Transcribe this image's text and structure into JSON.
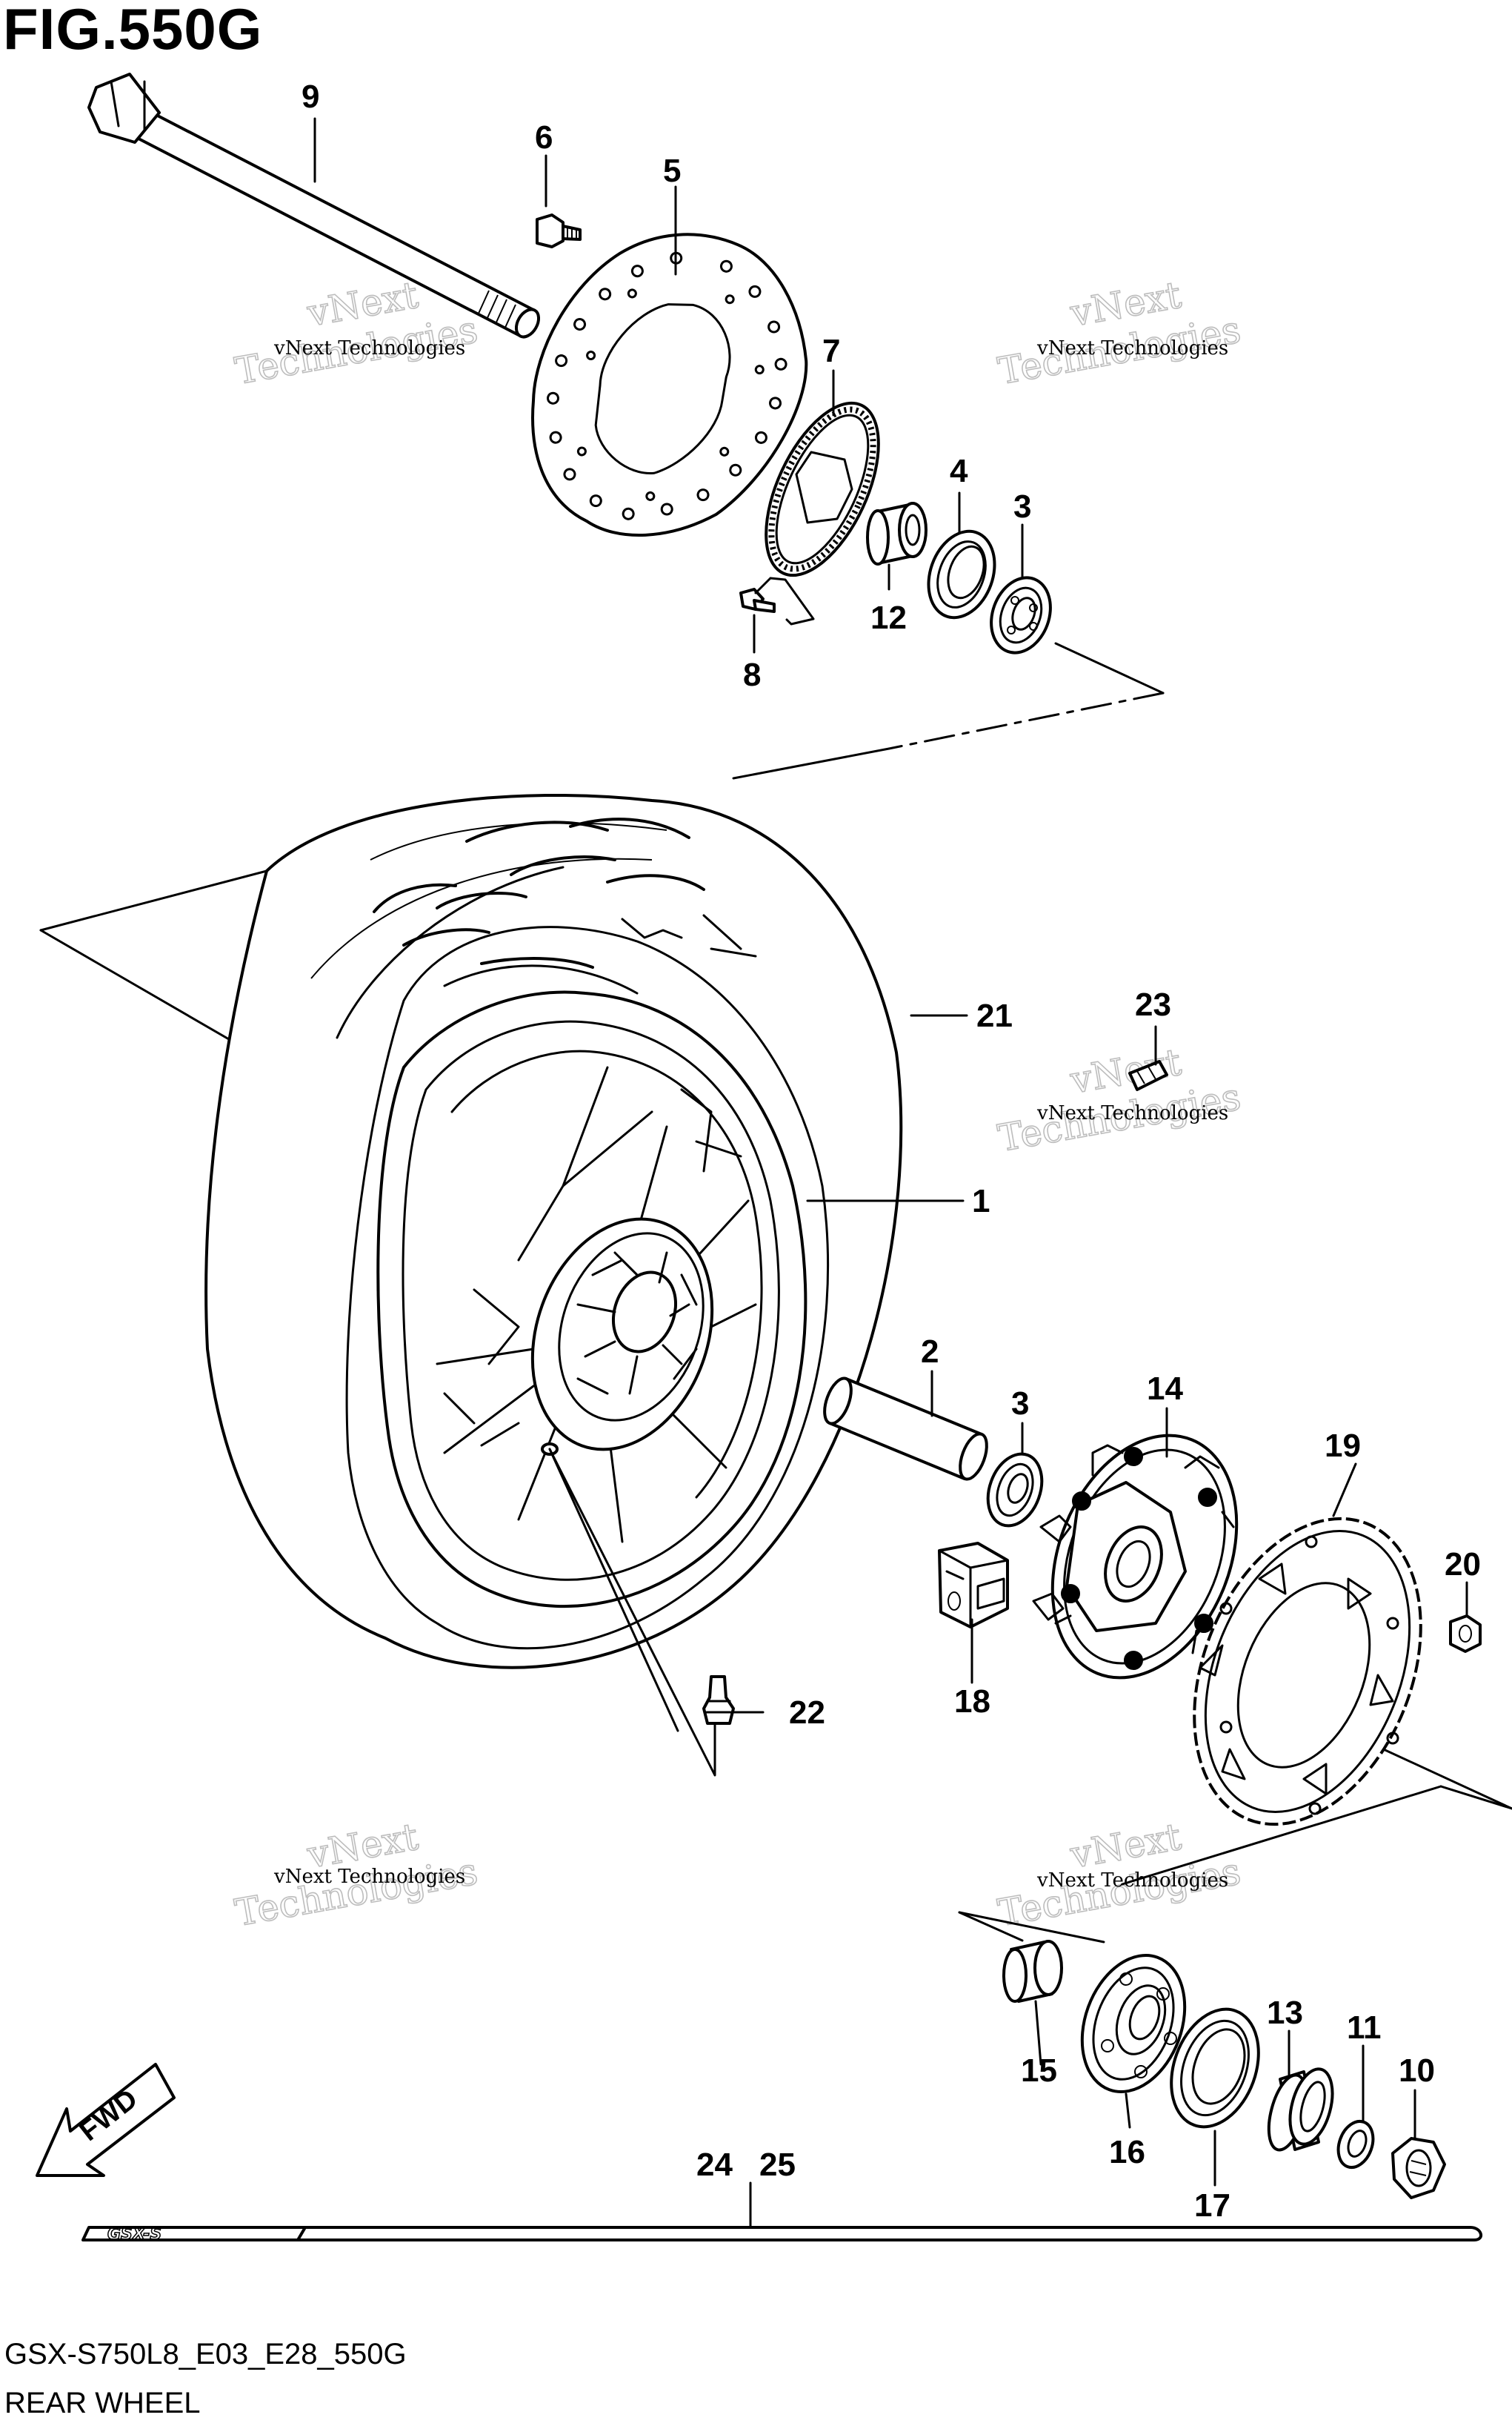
{
  "figure": {
    "title": "FIG.550G",
    "model_code": "GSX-S750L8_E03_E28_550G",
    "name": "REAR WHEEL"
  },
  "watermark": {
    "line1": "vNext Technologies",
    "line2": "vNext",
    "line3": "Technologies"
  },
  "fwd_label": "FWD",
  "brand_strip_text": "GSX-S",
  "callouts": [
    {
      "id": "c9",
      "label": "9"
    },
    {
      "id": "c6",
      "label": "6"
    },
    {
      "id": "c5",
      "label": "5"
    },
    {
      "id": "c7",
      "label": "7"
    },
    {
      "id": "c4",
      "label": "4"
    },
    {
      "id": "c3a",
      "label": "3"
    },
    {
      "id": "c12",
      "label": "12"
    },
    {
      "id": "c8",
      "label": "8"
    },
    {
      "id": "c21",
      "label": "21"
    },
    {
      "id": "c23",
      "label": "23"
    },
    {
      "id": "c1",
      "label": "1"
    },
    {
      "id": "c2",
      "label": "2"
    },
    {
      "id": "c3b",
      "label": "3"
    },
    {
      "id": "c14",
      "label": "14"
    },
    {
      "id": "c19",
      "label": "19"
    },
    {
      "id": "c20",
      "label": "20"
    },
    {
      "id": "c18",
      "label": "18"
    },
    {
      "id": "c22",
      "label": "22"
    },
    {
      "id": "c13",
      "label": "13"
    },
    {
      "id": "c11",
      "label": "11"
    },
    {
      "id": "c10",
      "label": "10"
    },
    {
      "id": "c15",
      "label": "15"
    },
    {
      "id": "c16",
      "label": "16"
    },
    {
      "id": "c17",
      "label": "17"
    },
    {
      "id": "c24",
      "label": "24"
    },
    {
      "id": "c25",
      "label": "25"
    }
  ]
}
